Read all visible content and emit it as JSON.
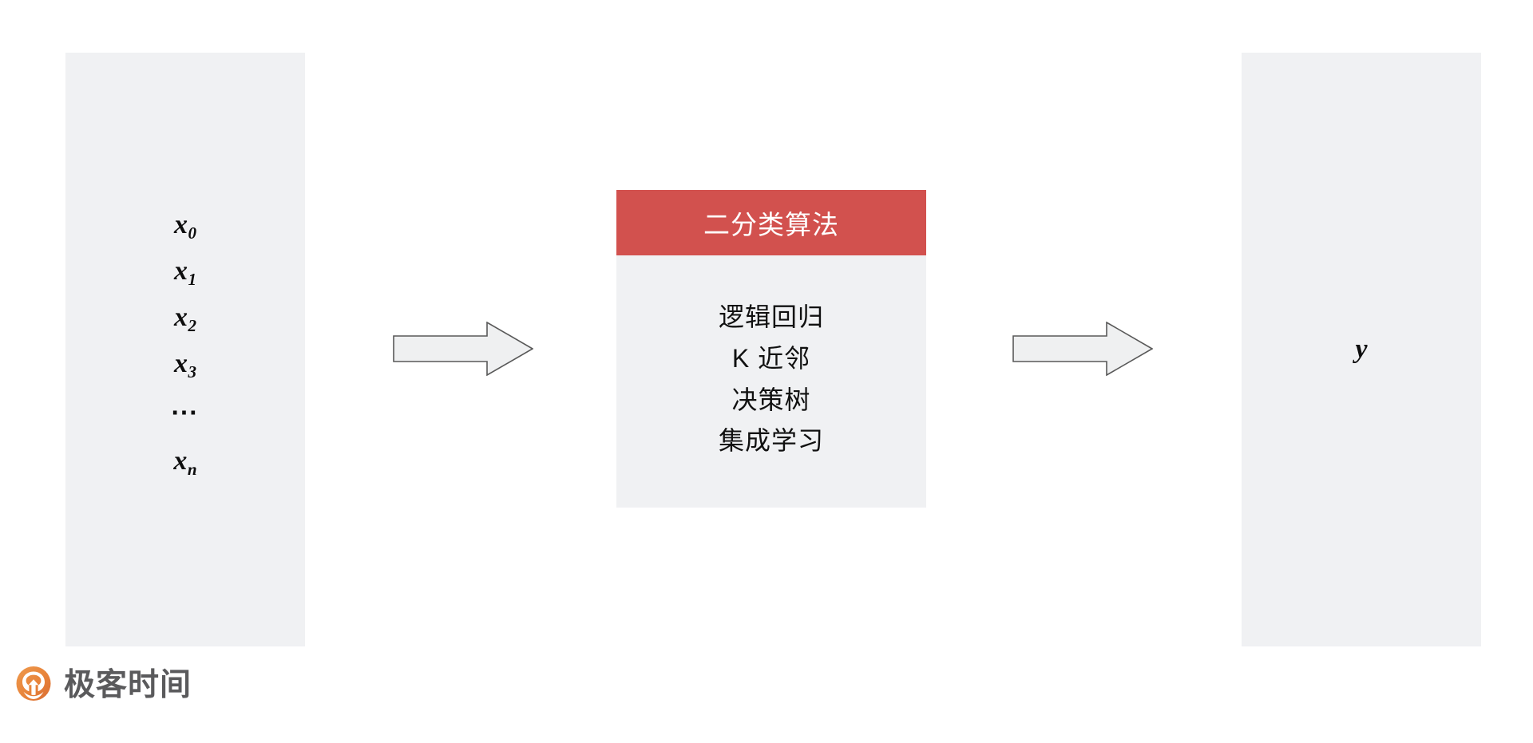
{
  "slide": {
    "accent_red": "#D2514E",
    "panel_gray": "#F0F1F3",
    "arrow_fill": "#EFF0F1",
    "arrow_stroke": "#595959",
    "background": "#FFFFFF"
  },
  "input_panel": {
    "name": "input-features",
    "features": [
      {
        "symbol": "x",
        "sub": "0"
      },
      {
        "symbol": "x",
        "sub": "1"
      },
      {
        "symbol": "x",
        "sub": "2"
      },
      {
        "symbol": "x",
        "sub": "3"
      },
      {
        "symbol": "x",
        "sub": "n"
      }
    ],
    "ellipsis": "⋯"
  },
  "algorithm_card": {
    "header": "二分类算法",
    "items": [
      "逻辑回归",
      "K 近邻",
      "决策树",
      "集成学习"
    ]
  },
  "output_panel": {
    "symbol": "y"
  },
  "arrows": {
    "input_to_model": "right-arrow-icon",
    "model_to_output": "right-arrow-icon"
  },
  "brand": {
    "name": "极客时间",
    "mark": "geektime-logo-icon",
    "mark_color": "#E8833A",
    "text_color": "#5A5A5C"
  }
}
